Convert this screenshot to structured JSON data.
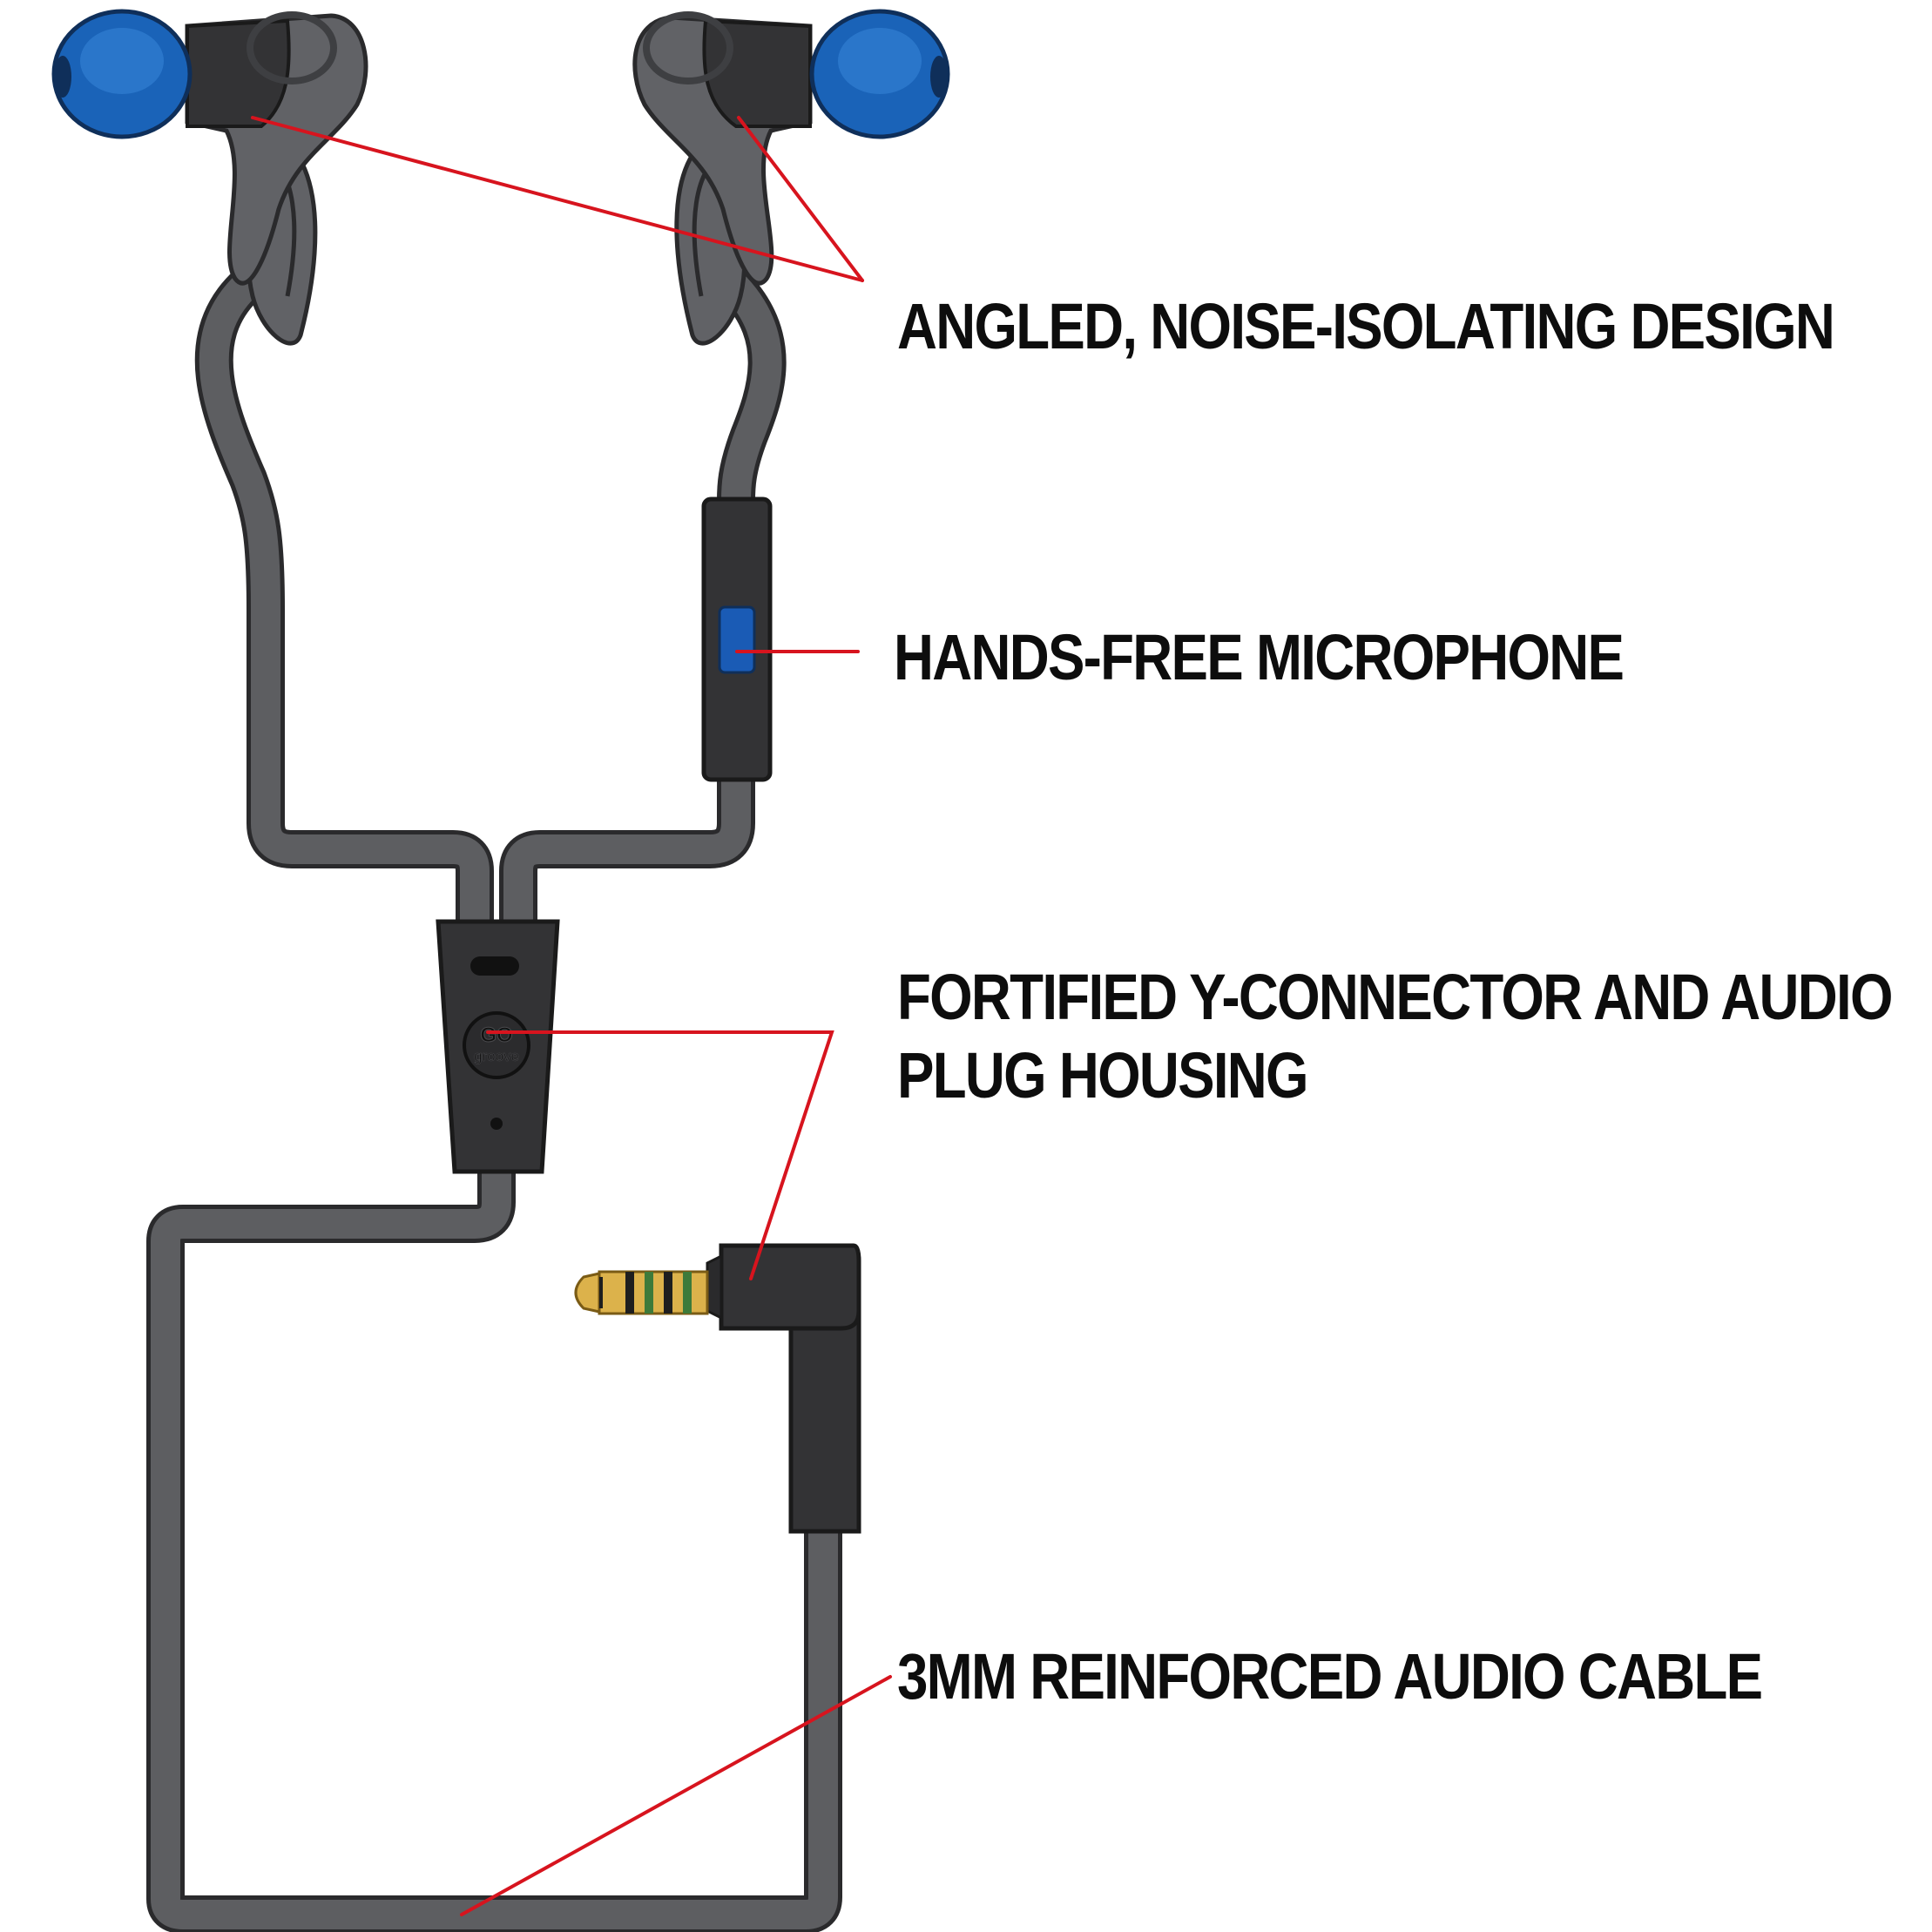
{
  "colors": {
    "background": "#ffffff",
    "cable": "#5d5e61",
    "cable_outline": "#2a2a2c",
    "housing": "#333335",
    "housing_light": "#616266",
    "eartip": "#1a63b8",
    "eartip_highlight": "#3d8de0",
    "mic_button": "#1a5bb5",
    "callout_line": "#d7141e",
    "plug_gold": "#dcb24b",
    "plug_ring_black": "#1e1e1e",
    "plug_ring_green": "#3d7a3a",
    "label_text": "#0d0d0d"
  },
  "callouts": {
    "design": "ANGLED, NOISE-ISOLATING DESIGN",
    "microphone": "HANDS-FREE MICROPHONE",
    "yconnector_line1": "FORTIFIED Y-CONNECTOR AND AUDIO",
    "yconnector_line2": "PLUG HOUSING",
    "cable": "3MM REINFORCED AUDIO CABLE"
  },
  "logo": {
    "line1": "GO",
    "line2": "groove"
  },
  "icons": {
    "left_earbud": "earbud-icon",
    "right_earbud": "earbud-icon",
    "microphone": "microphone-icon",
    "y_connector": "y-connector-icon",
    "audio_plug": "audio-jack-icon"
  }
}
